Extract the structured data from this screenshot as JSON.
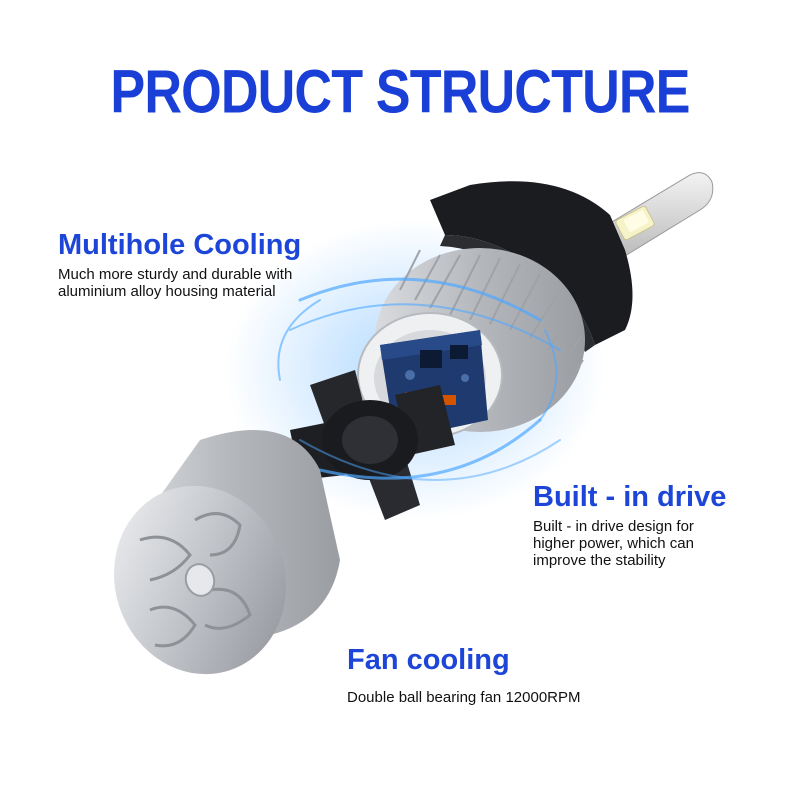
{
  "header": {
    "title": "PRODUCT STRUCTURE"
  },
  "features": {
    "multihole": {
      "title": "Multihole Cooling",
      "line1": "Much more sturdy and durable with",
      "line2": "aluminium alloy housing material"
    },
    "builtin": {
      "title": "Built - in drive",
      "line1": "Built - in drive design for",
      "line2": "higher power, which can",
      "line3": "improve the stability"
    },
    "fan": {
      "title": "Fan cooling",
      "line1": "Double ball bearing fan 12000RPM"
    }
  },
  "colors": {
    "headline_blue": "#1a3fd6",
    "feature_title_blue": "#1d46d8",
    "body_text": "#111111",
    "aluminium": "#c9ccd1",
    "pcb_blue": "#1f3a6e",
    "glow_blue": "#4fa8ff"
  },
  "icons": {
    "product": "led-headlight-bulb-exploded-view"
  }
}
